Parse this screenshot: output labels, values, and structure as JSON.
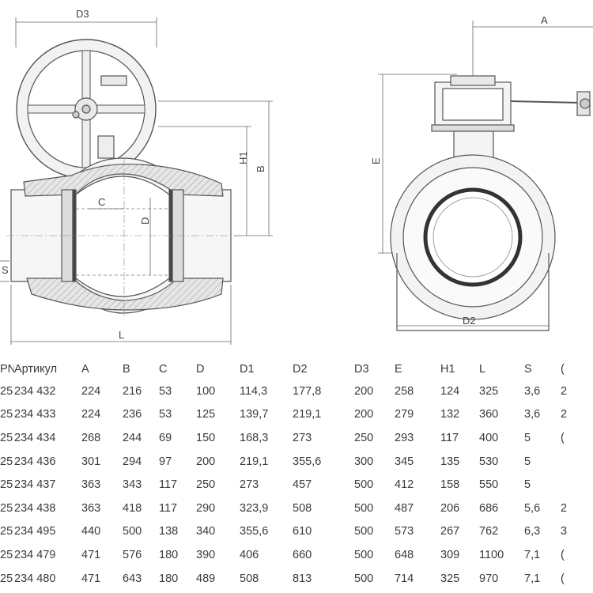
{
  "drawing": {
    "labels": {
      "d3": "D3",
      "a": "A",
      "h1": "H1",
      "b": "B",
      "e": "E",
      "c": "C",
      "d": "D",
      "l": "L",
      "d2": "D2",
      "s": "S"
    }
  },
  "table": {
    "headers": [
      "PN",
      "Артикул",
      "A",
      "B",
      "C",
      "D",
      "D1",
      "D2",
      "D3",
      "E",
      "H1",
      "L",
      "S",
      "("
    ],
    "rows": [
      [
        "25",
        "234 432",
        "224",
        "216",
        "53",
        "100",
        "114,3",
        "177,8",
        "200",
        "258",
        "124",
        "325",
        "3,6",
        "2"
      ],
      [
        "25",
        "234 433",
        "224",
        "236",
        "53",
        "125",
        "139,7",
        "219,1",
        "200",
        "279",
        "132",
        "360",
        "3,6",
        "2"
      ],
      [
        "25",
        "234 434",
        "268",
        "244",
        "69",
        "150",
        "168,3",
        "273",
        "250",
        "293",
        "117",
        "400",
        "5",
        "("
      ],
      [
        "25",
        "234 436",
        "301",
        "294",
        "97",
        "200",
        "219,1",
        "355,6",
        "300",
        "345",
        "135",
        "530",
        "5",
        ""
      ],
      [
        "25",
        "234 437",
        "363",
        "343",
        "117",
        "250",
        "273",
        "457",
        "500",
        "412",
        "158",
        "550",
        "5",
        ""
      ],
      [
        "25",
        "234 438",
        "363",
        "418",
        "117",
        "290",
        "323,9",
        "508",
        "500",
        "487",
        "206",
        "686",
        "5,6",
        "2"
      ],
      [
        "25",
        "234 495",
        "440",
        "500",
        "138",
        "340",
        "355,6",
        "610",
        "500",
        "573",
        "267",
        "762",
        "6,3",
        "3"
      ],
      [
        "25",
        "234 479",
        "471",
        "576",
        "180",
        "390",
        "406",
        "660",
        "500",
        "648",
        "309",
        "1100",
        "7,1",
        "("
      ],
      [
        "25",
        "234 480",
        "471",
        "643",
        "180",
        "489",
        "508",
        "813",
        "500",
        "714",
        "325",
        "970",
        "7,1",
        "("
      ]
    ]
  }
}
